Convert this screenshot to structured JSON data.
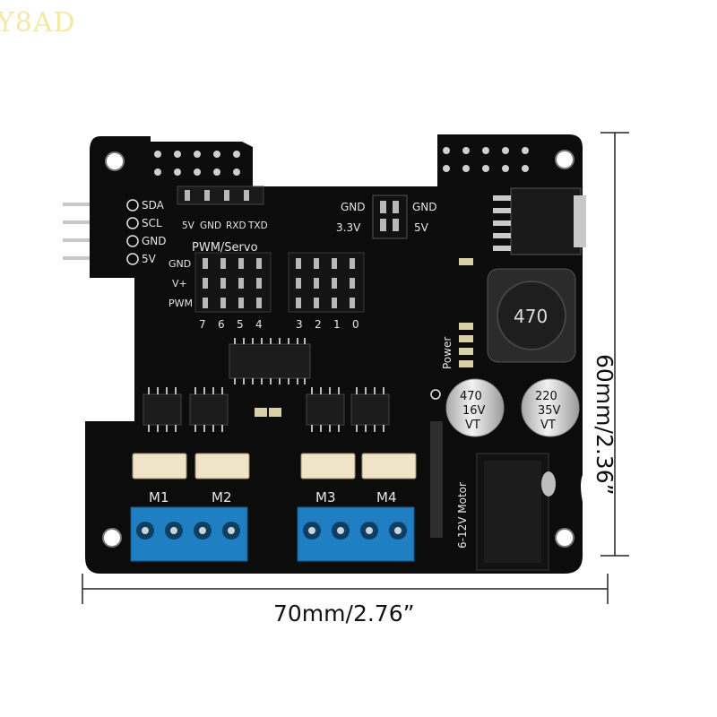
{
  "watermark": "Y8AD",
  "dimensions": {
    "width": "70mm/2.76”",
    "height": "60mm/2.36”"
  },
  "board": {
    "i2c_pins": [
      "SDA",
      "SCL",
      "GND",
      "5V"
    ],
    "uart_pins": [
      "5V",
      "GND",
      "RXD",
      "TXD"
    ],
    "jumper_left": {
      "top": "GND",
      "bottom": "3.3V"
    },
    "jumper_right": {
      "top": "GND",
      "bottom": "5V"
    },
    "pwm_title": "PWM/Servo",
    "pwm_rows": [
      "GND",
      "V+",
      "PWM"
    ],
    "servo_channels_left": [
      "7",
      "6",
      "5",
      "4"
    ],
    "servo_channels_right": [
      "3",
      "2",
      "1",
      "0"
    ],
    "inductor_value": "470",
    "cap_left": [
      "470",
      "16V",
      "VT"
    ],
    "cap_right": [
      "220",
      "35V",
      "VT"
    ],
    "power_label": "Power",
    "motor_label": "6-12V Motor",
    "motor_ports": [
      "M1",
      "M2",
      "M3",
      "M4"
    ]
  },
  "colors": {
    "pcb": "#0c0c0c",
    "terminal": "#1f7fc2",
    "silk": "#e6e6e6",
    "pin": "#b8b8b8"
  }
}
